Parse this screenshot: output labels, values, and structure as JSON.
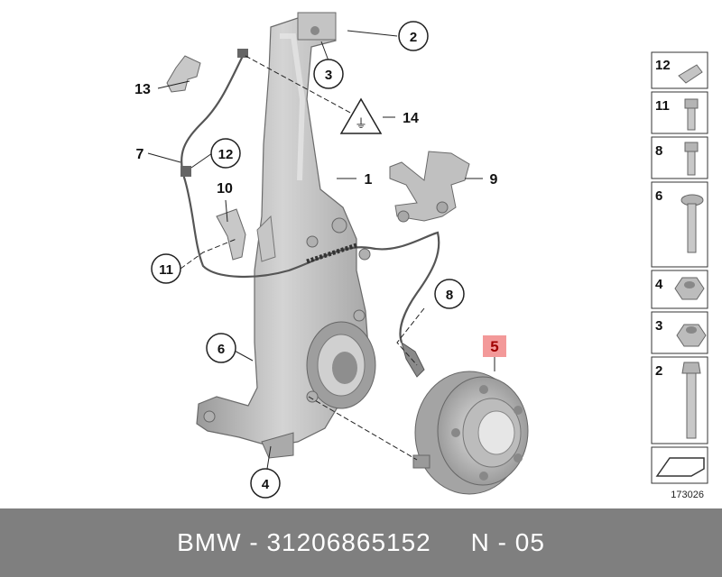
{
  "diagram": {
    "callouts": {
      "c1": "1",
      "c2": "2",
      "c3": "3",
      "c4": "4",
      "c5": "5",
      "c6": "6",
      "c7": "7",
      "c8": "8",
      "c9": "9",
      "c10": "10",
      "c11": "11",
      "c12": "12",
      "c13": "13",
      "c14": "14"
    },
    "legend": [
      "12",
      "11",
      "8",
      "6",
      "4",
      "3",
      "2"
    ],
    "diagram_number": "173026",
    "colors": {
      "part_gray": "#b8b8b8",
      "highlight": "#f08080",
      "footer": "#7f7f7f"
    }
  },
  "footer": {
    "brand": "BMW",
    "part_number": "31206865152",
    "position": "N - 05"
  }
}
